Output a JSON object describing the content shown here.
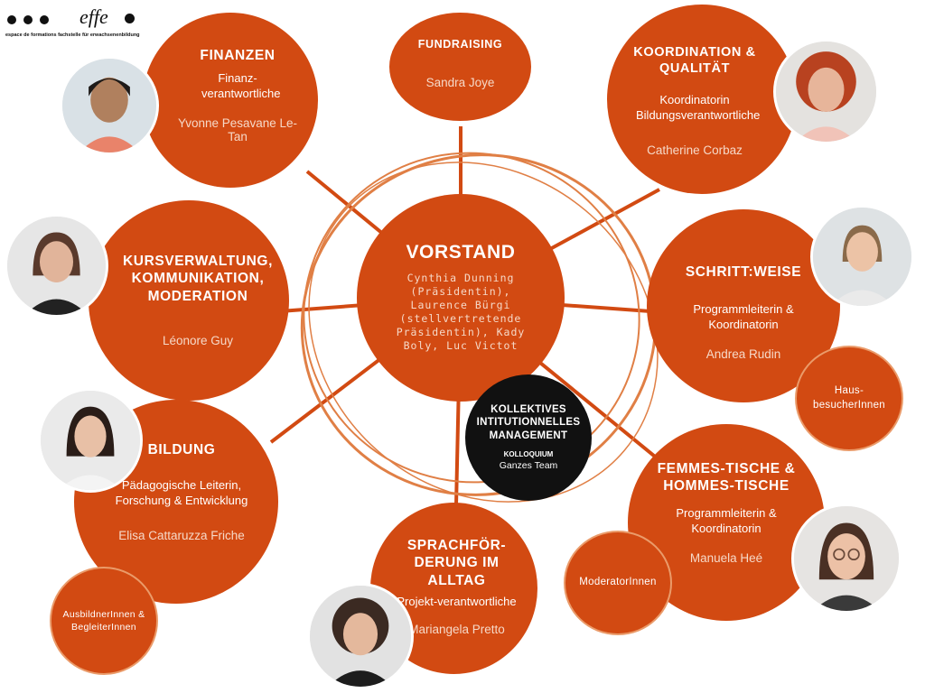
{
  "logo": {
    "wordmark": "effe",
    "tagline": "espace de formations fachstelle für erwachsenenbildung"
  },
  "center": {
    "title": "VORSTAND",
    "members": "Cynthia Dunning (Präsidentin), Laurence Bürgi (stellvertretende Präsidentin), Kady Boly, Luc Victot"
  },
  "finanzen": {
    "title": "FINANZEN",
    "role": "Finanz-verantwortliche",
    "name": "Yvonne Pesavane Le-Tan"
  },
  "fundraising": {
    "title": "FUNDRAISING",
    "name": "Sandra Joye"
  },
  "koordination": {
    "title": "KOORDINATION & QUALITÄT",
    "role": "Koordinatorin Bildungsverantwortliche",
    "name": "Catherine Corbaz"
  },
  "kursverwaltung": {
    "title": "KURSVERWALTUNG, KOMMUNIKATION, MODERATION",
    "name": "Léonore Guy"
  },
  "schritt": {
    "title": "SCHRITT:WEISE",
    "role": "Programmleiterin & Koordinatorin",
    "name": "Andrea Rudin"
  },
  "hausbesucher": {
    "label": "Haus-besucherInnen"
  },
  "bildung": {
    "title": "BILDUNG",
    "role": "Pädagogische Leiterin, Forschung & Entwicklung",
    "name": "Elisa Cattaruzza Friche"
  },
  "ausbildner": {
    "label": "AusbildnerInnen & BegleiterInnen"
  },
  "kollektiv": {
    "title": "KOLLEKTIVES INTITUTIONNELLES MANAGEMENT",
    "sub": "KOLLOQUIUM",
    "team": "Ganzes Team"
  },
  "sprach": {
    "title": "SPRACHFÖR-DERUNG IM ALLTAG",
    "role": "Projekt-verantwortliche",
    "name": "Mariangela Pretto"
  },
  "femmes": {
    "title": "FEMMES-TISCHE & HOMMES-TISCHE",
    "role": "Programmleiterin & Koordinatorin",
    "name": "Manuela Heé"
  },
  "moderator": {
    "label": "ModeratorInnen"
  },
  "colors": {
    "accent": "#d24a12",
    "dark": "#111111",
    "ring": "#e07f45"
  }
}
